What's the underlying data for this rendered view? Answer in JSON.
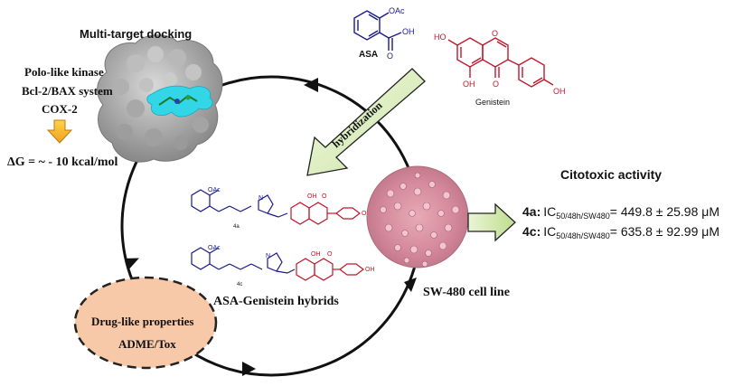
{
  "docking": {
    "title": "Multi-target docking",
    "targets": [
      "Polo-like kinase",
      "Bcl-2/BAX system",
      "COX-2"
    ],
    "energy": "ΔG = ~ - 10 kcal/mol"
  },
  "asa": {
    "label": "ASA",
    "oac": "OAc",
    "oh": "OH",
    "o": "O",
    "color": "#1a1a8c"
  },
  "genistein": {
    "label": "Genistein",
    "ho": "HO",
    "oh": "OH",
    "o": "O",
    "color": "#c0182a"
  },
  "hybridization": {
    "label": "hybridization"
  },
  "hybrids": {
    "label": "ASA-Genistein hybrids",
    "compound_a": "4a",
    "compound_c": "4c",
    "oac": "OAc",
    "oh": "OH",
    "o": "O",
    "n": "N"
  },
  "cell_line": {
    "label": "SW-480 cell line"
  },
  "cytotoxic": {
    "title": "Citotoxic activity",
    "rows": [
      {
        "compound": "4a:",
        "ic": "IC",
        "sub": "50/48h/SW480",
        "value": "=  449.8 ± 25.98 μM"
      },
      {
        "compound": "4c:",
        "ic": "IC",
        "sub": "50/48h/SW480",
        "value": "= 635.8 ± 92.99 μM"
      }
    ]
  },
  "druglike": {
    "line1": "Drug-like properties",
    "line2": "ADME/Tox",
    "fill": "#f7c9a9"
  }
}
